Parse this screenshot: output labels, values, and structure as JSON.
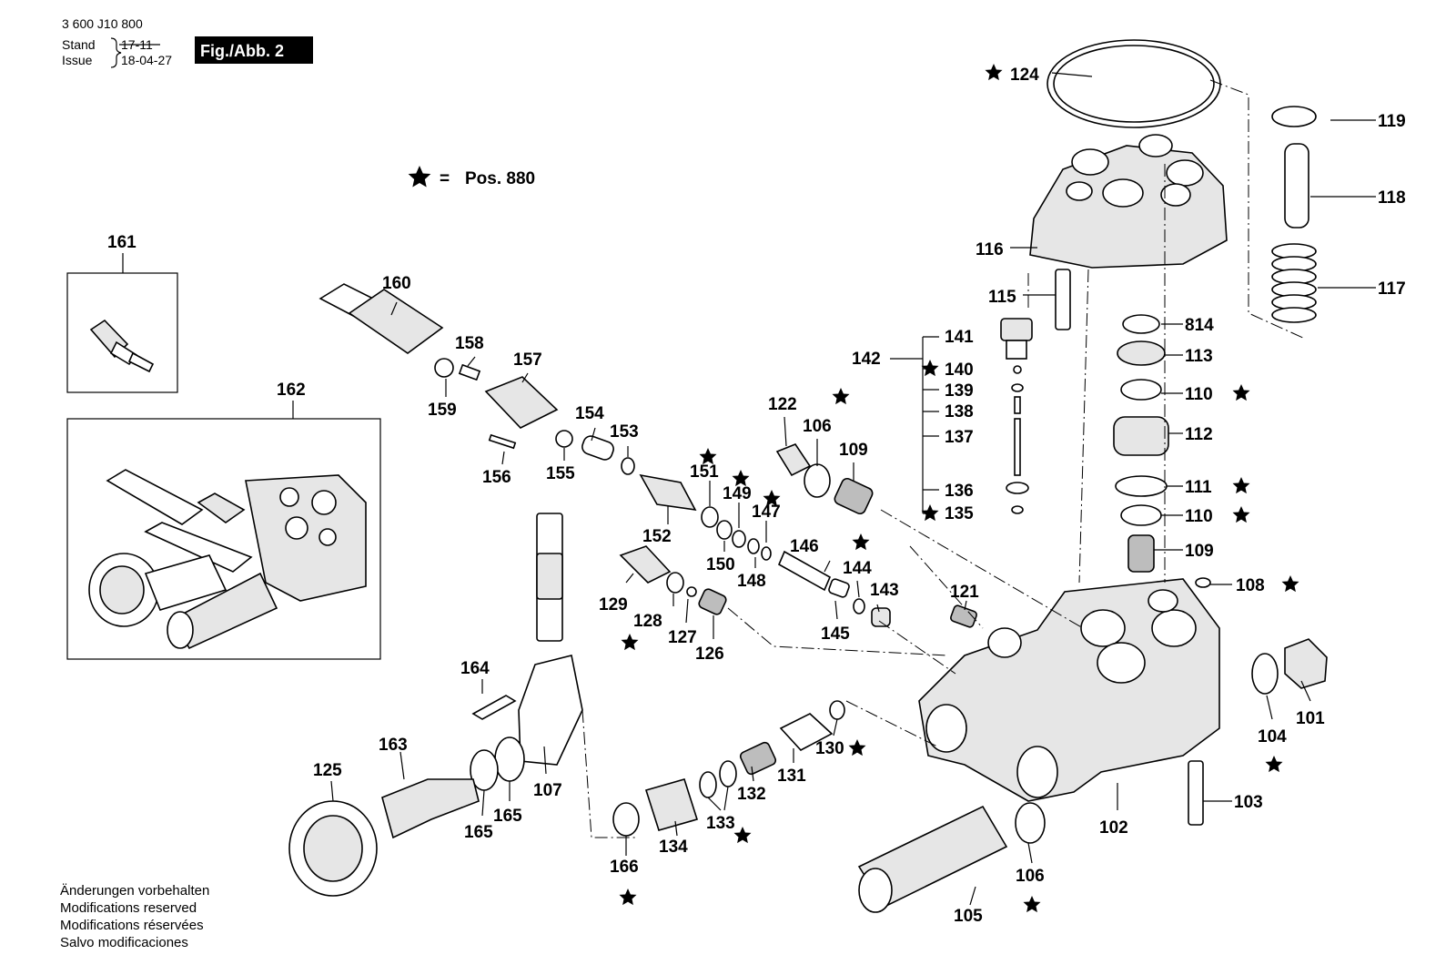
{
  "header": {
    "doc_number": "3 600 J10 800",
    "stand_label": "Stand",
    "issue_label": "Issue",
    "old_date": "17-11",
    "new_date": "18-04-27",
    "figure_tag": "Fig./Abb. 2"
  },
  "legend": {
    "symbol": "★",
    "equals": "=",
    "text": "Pos. 880"
  },
  "footer": {
    "lines": [
      "Änderungen vorbehalten",
      "Modifications reserved",
      "Modifications réservées",
      "Salvo modificaciones"
    ]
  },
  "colors": {
    "ink": "#000000",
    "paper": "#ffffff",
    "shade": "#e6e6e6"
  },
  "labels": {
    "l101": "101",
    "l102": "102",
    "l103": "103",
    "l104": "104",
    "l105": "105",
    "l106a": "106",
    "l106b": "106",
    "l107": "107",
    "l108": "108",
    "l109a": "109",
    "l109b": "109",
    "l110a": "110",
    "l110b": "110",
    "l111": "111",
    "l112": "112",
    "l113": "113",
    "l115": "115",
    "l116": "116",
    "l117": "117",
    "l118": "118",
    "l119": "119",
    "l121": "121",
    "l122": "122",
    "l124": "124",
    "l125": "125",
    "l126": "126",
    "l127": "127",
    "l128": "128",
    "l129": "129",
    "l130": "130",
    "l131": "131",
    "l132": "132",
    "l133": "133",
    "l134": "134",
    "l135": "135",
    "l136": "136",
    "l137": "137",
    "l138": "138",
    "l139": "139",
    "l140": "140",
    "l141": "141",
    "l142": "142",
    "l143": "143",
    "l144": "144",
    "l145": "145",
    "l146": "146",
    "l147": "147",
    "l148": "148",
    "l149": "149",
    "l150": "150",
    "l151": "151",
    "l152": "152",
    "l153": "153",
    "l154": "154",
    "l155": "155",
    "l156": "156",
    "l157": "157",
    "l158": "158",
    "l159": "159",
    "l160": "160",
    "l161": "161",
    "l162": "162",
    "l163": "163",
    "l164": "164",
    "l165a": "165",
    "l165b": "165",
    "l166": "166",
    "l814": "814"
  }
}
